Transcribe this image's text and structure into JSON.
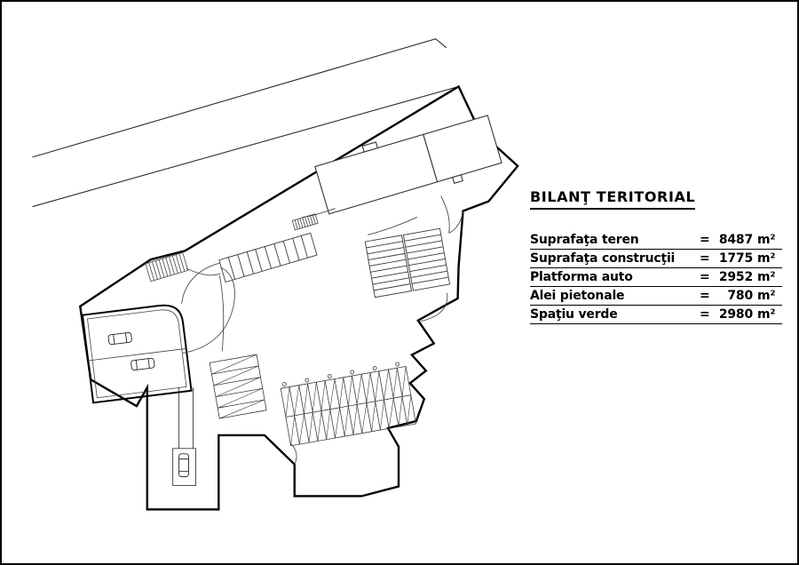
{
  "page": {
    "background": "#ffffff",
    "ink": "#000000",
    "detail_stroke": "#3a3a3a"
  },
  "legend": {
    "title": "BILANŢ TERITORIAL",
    "rows": [
      {
        "label": "Suprafaţa teren",
        "eq": "=",
        "value": "8487",
        "unit": "m²"
      },
      {
        "label": "Suprafaţa construcţii",
        "eq": "=",
        "value": "1775",
        "unit": "m²"
      },
      {
        "label": "Platforma auto",
        "eq": "=",
        "value": "2952",
        "unit": "m²"
      },
      {
        "label": "Alei pietonale",
        "eq": "=",
        "value": "780",
        "unit": "m²"
      },
      {
        "label": "Spaţiu verde",
        "eq": "=",
        "value": "2980",
        "unit": "m²"
      }
    ]
  },
  "plan": {
    "features": [
      "road-lines",
      "property-boundary",
      "building",
      "entrance-crosswalk",
      "parking-row-middle",
      "parking-rows-right",
      "parking-comb-bottom",
      "parking-stalls-left",
      "garage-enclosure",
      "loading-dock",
      "car-icons",
      "path-curves"
    ]
  }
}
